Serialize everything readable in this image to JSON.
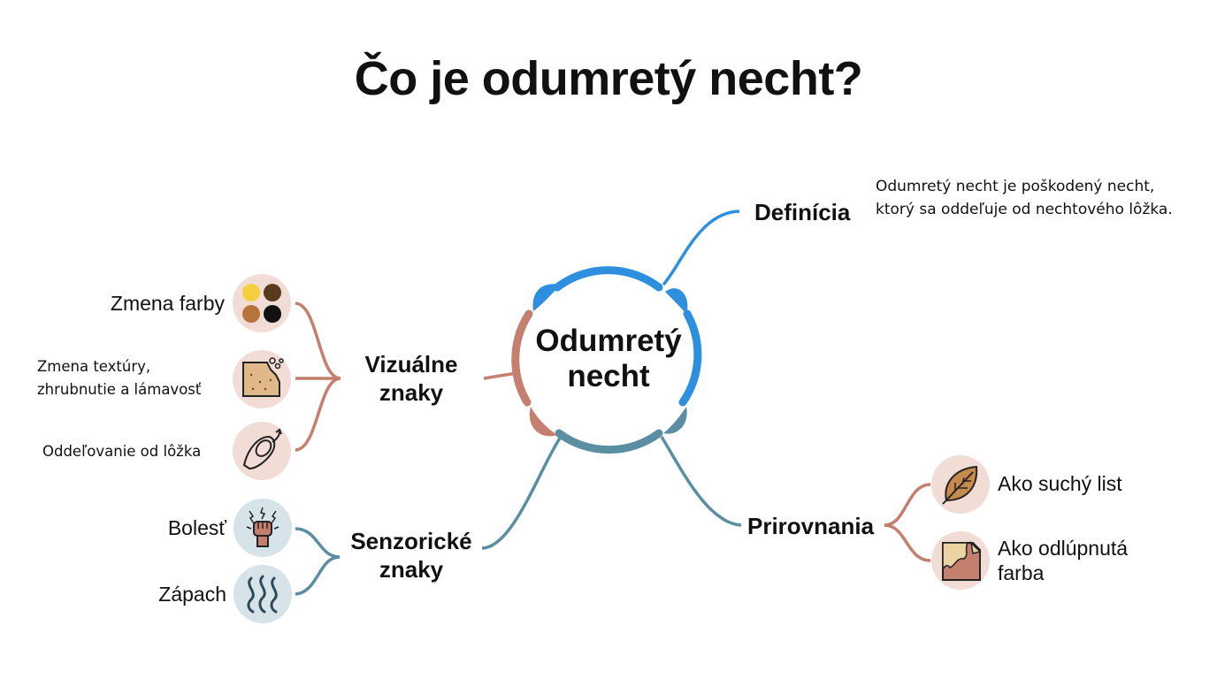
{
  "title": "Čo je odumretý necht?",
  "center": {
    "line1": "Odumretý",
    "line2": "necht"
  },
  "colors": {
    "blue": "#2e8fde",
    "teal": "#5a8ea3",
    "terracotta": "#c47f6e",
    "pink_bg": "#f1dcd6",
    "blue_bg": "#d6e4ea"
  },
  "branches": {
    "definition": {
      "label": "Definícia",
      "text": "Odumretý necht je poškodený necht, ktorý sa oddeľuje od nechtového lôžka."
    },
    "visual": {
      "line1": "Vizuálne",
      "line2": "znaky",
      "items": [
        {
          "label": "Zmena farby",
          "icon": "color-dots-icon"
        },
        {
          "label_line1": "Zmena textúry,",
          "label_line2": "zhrubnutie a lámavosť",
          "icon": "crumbling-texture-icon"
        },
        {
          "label": "Oddeľovanie od lôžka",
          "icon": "finger-nail-icon"
        }
      ]
    },
    "sensory": {
      "line1": "Senzorické",
      "line2": "znaky",
      "items": [
        {
          "label": "Bolesť",
          "icon": "pain-fist-icon"
        },
        {
          "label": "Zápach",
          "icon": "odor-waves-icon"
        }
      ]
    },
    "comparisons": {
      "label": "Prirovnania",
      "items": [
        {
          "label": "Ako suchý list",
          "icon": "dry-leaf-icon"
        },
        {
          "label_line1": "Ako odlúpnutá",
          "label_line2": "farba",
          "icon": "peeling-paint-icon"
        }
      ]
    }
  }
}
